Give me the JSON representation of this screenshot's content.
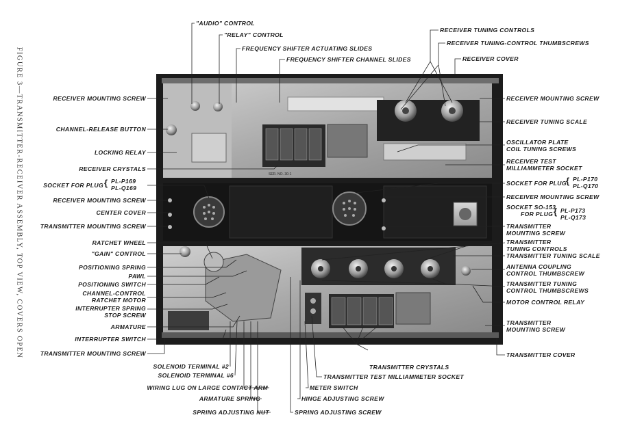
{
  "caption": "FIGURE 3—TRANSMITTER-RECEIVER ASSEMBLY, TOP VIEW, COVERS OPEN",
  "labels": {
    "audio": "\"AUDIO\" CONTROL",
    "relay": "\"RELAY\" CONTROL",
    "fs_actuating": "FREQUENCY SHIFTER ACTUATING SLIDES",
    "fs_channel": "FREQUENCY SHIFTER CHANNEL SLIDES",
    "rx_tuning_controls": "RECEIVER TUNING CONTROLS",
    "rx_thumbscrews": "RECEIVER TUNING-CONTROL THUMBSCREWS",
    "rx_cover": "RECEIVER COVER",
    "rx_mount_l": "RECEIVER MOUNTING SCREW",
    "rx_mount_r": "RECEIVER MOUNTING SCREW",
    "channel_release": "CHANNEL-RELEASE BUTTON",
    "rx_tuning_scale": "RECEIVER TUNING SCALE",
    "locking_relay": "LOCKING RELAY",
    "osc_plate_1": "OSCILLATOR PLATE",
    "osc_plate_2": "COIL TUNING SCREWS",
    "rx_test_1": "RECEIVER TEST",
    "rx_test_2": "MILLIAMMETER SOCKET",
    "rx_crystals": "RECEIVER CRYSTALS",
    "socket_l_1": "SOCKET FOR PLUG",
    "socket_l_2": "PL-P169",
    "socket_l_3": "PL-Q169",
    "socket_r_1": "SOCKET FOR PLUG",
    "socket_r_2": "PL-P170",
    "socket_r_3": "PL-Q170",
    "rx_mount_l2": "RECEIVER MOUNTING SCREW",
    "rx_mount_r2": "RECEIVER MOUNTING SCREW",
    "center_cover": "CENTER COVER",
    "so153_1": "SOCKET SO-153",
    "so153_2": "FOR PLUG",
    "so153_3": "PL-P173",
    "so153_4": "PL-Q173",
    "tx_mount_l": "TRANSMITTER MOUNTING SCREW",
    "tx_mount_r1": "TRANSMITTER",
    "tx_mount_r2": "MOUNTING SCREW",
    "ratchet_wheel": "RATCHET WHEEL",
    "tx_tuning_1": "TRANSMITTER",
    "tx_tuning_2": "TUNING CONTROLS",
    "gain": "\"GAIN\" CONTROL",
    "tx_tuning_scale": "TRANSMITTER TUNING SCALE",
    "pos_spring": "POSITIONING SPRING",
    "ant_1": "ANTENNA COUPLING",
    "ant_2": "CONTROL THUMBSCREW",
    "pawl": "PAWL",
    "tx_thumb_1": "TRANSMITTER TUNING",
    "tx_thumb_2": "CONTROL THUMBSCREWS",
    "pos_switch": "POSITIONING SWITCH",
    "cc_motor_1": "CHANNEL-CONTROL",
    "cc_motor_2": "RATCHET MOTOR",
    "motor_relay": "MOTOR CONTROL RELAY",
    "int_spring_1": "INTERRUPTER SPRING",
    "int_spring_2": "STOP SCREW",
    "armature": "ARMATURE",
    "tx_mount_r3": "TRANSMITTER",
    "tx_mount_r4": "MOUNTING SCREW",
    "int_switch": "INTERRUPTER SWITCH",
    "tx_mount_l2": "TRANSMITTER MOUNTING SCREW",
    "tx_cover": "TRANSMITTER COVER",
    "tx_crystals": "TRANSMITTER CRYSTALS",
    "sol2": "SOLENOID TERMINAL #2",
    "sol6": "SOLENOID TERMINAL #6",
    "tx_test": "TRANSMITTER TEST MILLIAMMETER SOCKET",
    "wiring_lug": "WIRING LUG ON LARGE CONTACT ARM",
    "meter_switch": "METER SWITCH",
    "arm_spring": "ARMATURE SPRING",
    "hinge": "HINGE ADJUSTING SCREW",
    "spring_nut": "SPRING ADJUSTING NUT",
    "spring_screw": "SPRING ADJUSTING SCREW",
    "plate_text": "SER. NO. 30-1"
  }
}
